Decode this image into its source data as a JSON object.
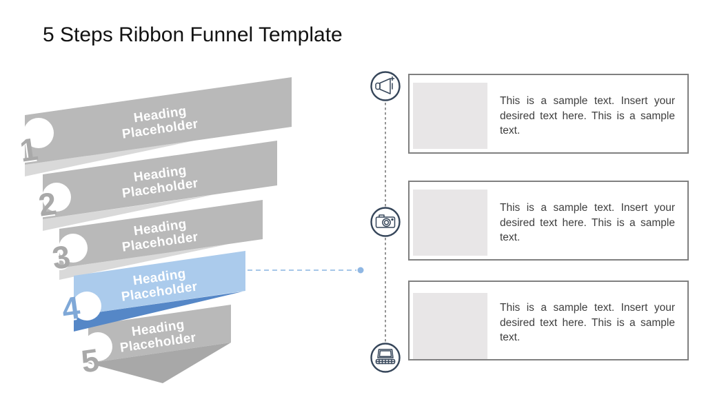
{
  "slide": {
    "title": "5 Steps Ribbon Funnel Template"
  },
  "funnel": {
    "steps": [
      {
        "number": "1",
        "heading_lines": [
          "Heading",
          "Placeholder"
        ],
        "highlighted": false
      },
      {
        "number": "2",
        "heading_lines": [
          "Heading",
          "Placeholder"
        ],
        "highlighted": false
      },
      {
        "number": "3",
        "heading_lines": [
          "Heading",
          "Placeholder"
        ],
        "highlighted": false
      },
      {
        "number": "4",
        "heading_lines": [
          "Heading",
          "Placeholder"
        ],
        "highlighted": true
      },
      {
        "number": "5",
        "heading_lines": [
          "Heading",
          "Placeholder"
        ],
        "highlighted": false
      }
    ]
  },
  "cards": [
    {
      "icon": "megaphone-icon",
      "text": "This is a sample text. Insert your desired text here. This is a sample text."
    },
    {
      "icon": "camera-icon",
      "text": "This is a sample text. Insert your desired text here. This is a sample text."
    },
    {
      "icon": "laptop-icon",
      "text": "This is a sample text. Insert your desired text here. This is a sample text."
    }
  ],
  "colors": {
    "ribbon_gray": "#b9b9b9",
    "fold_gray": "#d9d9d9",
    "spout_gray": "#a8a8a8",
    "ribbon_blue": "#abcbec",
    "fold_blue": "#5587c7",
    "number_gray": "#a9a9a9",
    "number_blue": "#7fa8d7",
    "heading_text": "#ffffff",
    "connector_blue": "#a5c6e8",
    "connector_dot": "#8fb7e3",
    "timeline_line": "#595959",
    "icon_stroke": "#36465a",
    "card_border": "#7f7f7f",
    "placeholder_fill": "#e8e6e7",
    "card_text": "#3d3d3d",
    "title_text": "#121212"
  }
}
